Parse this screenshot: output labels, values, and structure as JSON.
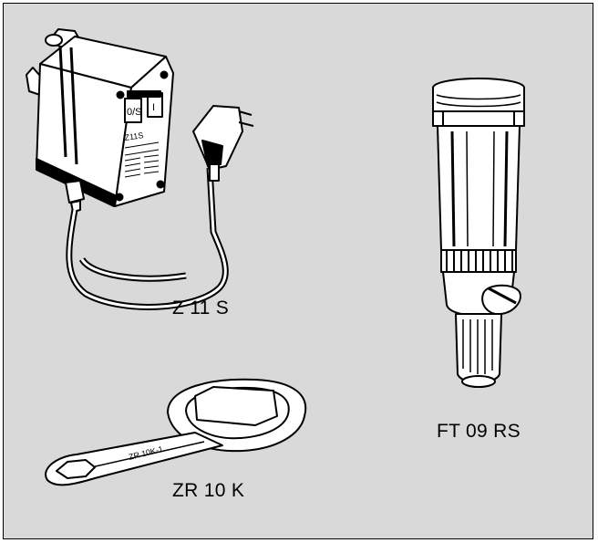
{
  "labels": {
    "z11s": "Z 11 S",
    "zr10k": "ZR 10 K",
    "ft09rs": "FT 09 RS"
  },
  "device": {
    "switch_left": "0/S",
    "switch_right": "I",
    "model_text": "Z11S",
    "wrench_text": "ZR 10K-1"
  },
  "colors": {
    "background": "#d9d9d9",
    "line": "#000000",
    "fill": "#ffffff"
  }
}
